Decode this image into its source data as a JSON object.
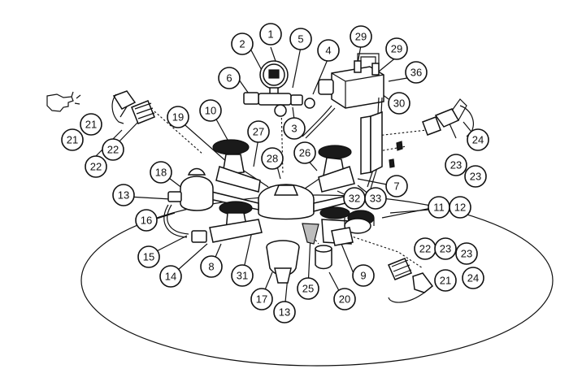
{
  "figure": {
    "type": "exploded parts diagram",
    "style": "black line art on white background"
  },
  "callouts": [
    {
      "id": "c1",
      "label": "1"
    },
    {
      "id": "c2",
      "label": "2"
    },
    {
      "id": "c5",
      "label": "5"
    },
    {
      "id": "c4",
      "label": "4"
    },
    {
      "id": "c29a",
      "label": "29"
    },
    {
      "id": "c29b",
      "label": "29"
    },
    {
      "id": "c36",
      "label": "36"
    },
    {
      "id": "c6",
      "label": "6"
    },
    {
      "id": "c30",
      "label": "30"
    },
    {
      "id": "c3",
      "label": "3"
    },
    {
      "id": "c10",
      "label": "10"
    },
    {
      "id": "c19",
      "label": "19"
    },
    {
      "id": "c27",
      "label": "27"
    },
    {
      "id": "c21a",
      "label": "21"
    },
    {
      "id": "c21b",
      "label": "21"
    },
    {
      "id": "c22a",
      "label": "22"
    },
    {
      "id": "c22b",
      "label": "22"
    },
    {
      "id": "c24a",
      "label": "24"
    },
    {
      "id": "c23a",
      "label": "23"
    },
    {
      "id": "c23b",
      "label": "23"
    },
    {
      "id": "c28",
      "label": "28"
    },
    {
      "id": "c26",
      "label": "26"
    },
    {
      "id": "c18",
      "label": "18"
    },
    {
      "id": "c13a",
      "label": "13"
    },
    {
      "id": "c7",
      "label": "7"
    },
    {
      "id": "c32",
      "label": "32"
    },
    {
      "id": "c33",
      "label": "33"
    },
    {
      "id": "c11",
      "label": "11"
    },
    {
      "id": "c12",
      "label": "12"
    },
    {
      "id": "c16",
      "label": "16"
    },
    {
      "id": "c15",
      "label": "15"
    },
    {
      "id": "c22c",
      "label": "22"
    },
    {
      "id": "c23c",
      "label": "23"
    },
    {
      "id": "c23d",
      "label": "23"
    },
    {
      "id": "c14",
      "label": "14"
    },
    {
      "id": "c8",
      "label": "8"
    },
    {
      "id": "c31",
      "label": "31"
    },
    {
      "id": "c9",
      "label": "9"
    },
    {
      "id": "c21c",
      "label": "21"
    },
    {
      "id": "c24b",
      "label": "24"
    },
    {
      "id": "c17",
      "label": "17"
    },
    {
      "id": "c13b",
      "label": "13"
    },
    {
      "id": "c25",
      "label": "25"
    },
    {
      "id": "c20",
      "label": "20"
    }
  ],
  "icons": {
    "pointer": "pointing-hand-icon"
  }
}
